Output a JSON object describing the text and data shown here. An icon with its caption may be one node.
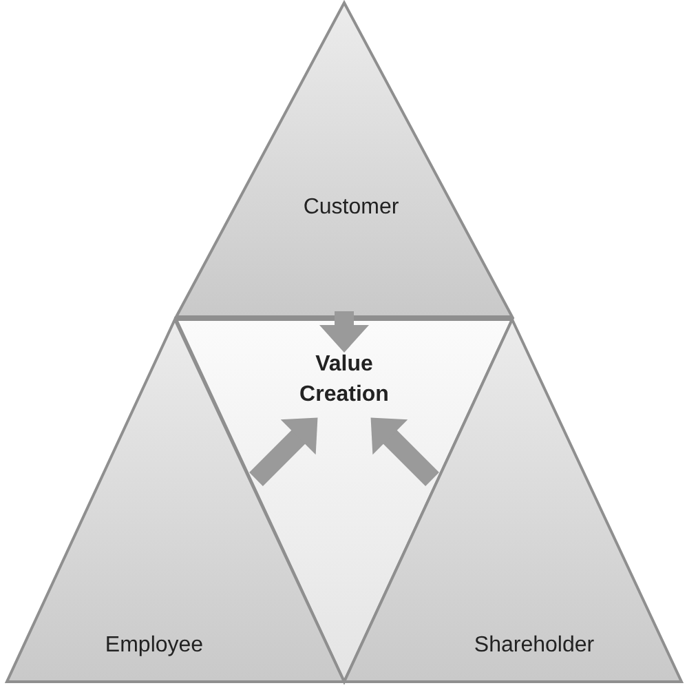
{
  "diagram": {
    "nodes": [
      {
        "text": [
          "Customer"
        ]
      },
      {
        "text": [
          "Value Creation"
        ]
      },
      {
        "text": [
          "Employee"
        ]
      },
      {
        "text": [
          "Shareholder"
        ]
      }
    ],
    "edges": [
      {
        "from": 0,
        "to": 1,
        "arrow": "to"
      },
      {
        "from": 2,
        "to": 1,
        "arrow": "to"
      },
      {
        "from": 3,
        "to": 1,
        "arrow": "to"
      }
    ]
  }
}
